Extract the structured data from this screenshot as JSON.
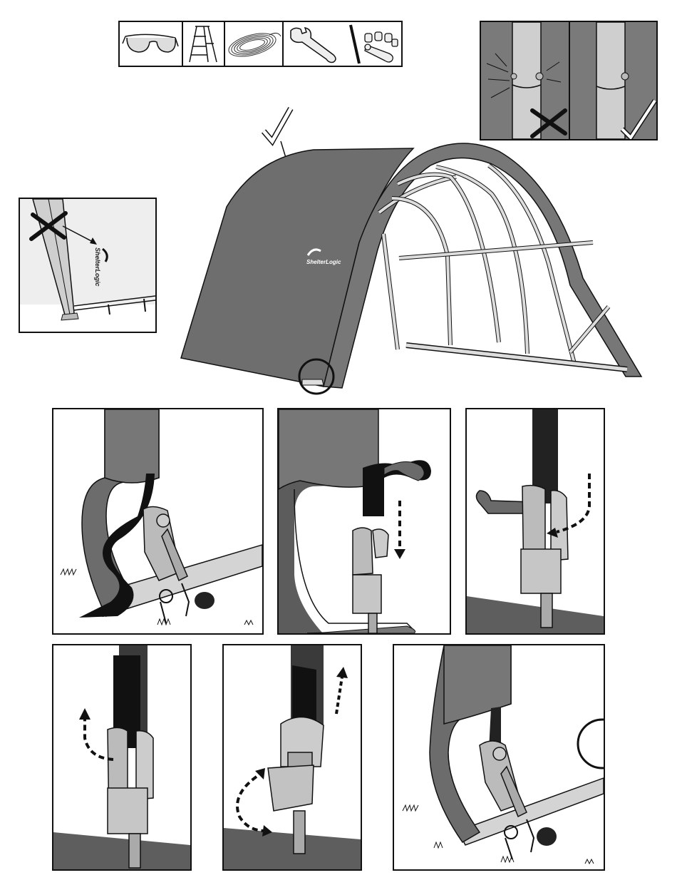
{
  "brand": {
    "logo_text": "ShelterLogic"
  },
  "tools": [
    {
      "name": "safety-glasses"
    },
    {
      "name": "step-ladder"
    },
    {
      "name": "rope"
    },
    {
      "name": "adjustable-wrench"
    },
    {
      "name": "socket-set"
    }
  ],
  "marks": {
    "correct": "check-mark",
    "incorrect": "x-mark",
    "highlight": "circle-callout"
  },
  "colors": {
    "cover": "#6e6e6e",
    "cover_dark": "#555555",
    "frame": "#cfcfcf",
    "strap": "#1a1a1a",
    "ratchet": "#b9b9b9",
    "ground": "#6a6a6a",
    "outline": "#111111"
  },
  "steps": [
    {
      "id": 1,
      "panel": "strap-around-base"
    },
    {
      "id": 2,
      "panel": "thread-strap-down"
    },
    {
      "id": 3,
      "panel": "thread-through-spool"
    },
    {
      "id": 4,
      "panel": "pull-strap-up"
    },
    {
      "id": 5,
      "panel": "crank-ratchet"
    },
    {
      "id": 6,
      "panel": "tensioned-result"
    }
  ]
}
